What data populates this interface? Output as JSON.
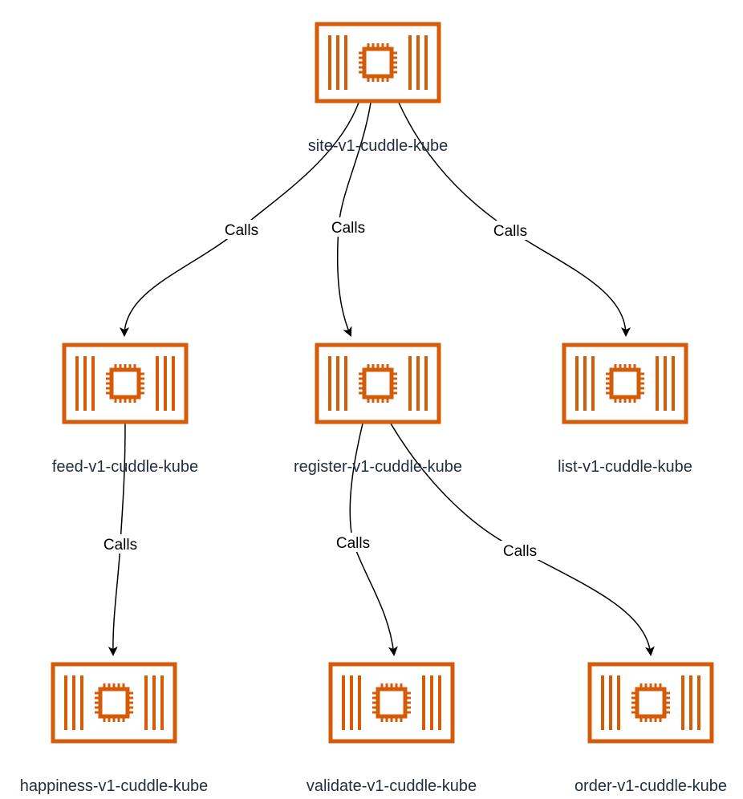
{
  "colors": {
    "accent": "#d45b07",
    "label_text": "#232f3e",
    "edge": "#000000"
  },
  "nodes": [
    {
      "id": "site",
      "label": "site-v1-cuddle-kube",
      "icon": "ec2-instance-icon"
    },
    {
      "id": "feed",
      "label": "feed-v1-cuddle-kube",
      "icon": "ec2-instance-icon"
    },
    {
      "id": "register",
      "label": "register-v1-cuddle-kube",
      "icon": "ec2-instance-icon"
    },
    {
      "id": "list",
      "label": "list-v1-cuddle-kube",
      "icon": "ec2-instance-icon"
    },
    {
      "id": "happiness",
      "label": "happiness-v1-cuddle-kube",
      "icon": "ec2-instance-icon"
    },
    {
      "id": "validate",
      "label": "validate-v1-cuddle-kube",
      "icon": "ec2-instance-icon"
    },
    {
      "id": "order",
      "label": "order-v1-cuddle-kube",
      "icon": "ec2-instance-icon"
    }
  ],
  "edges": [
    {
      "from": "site",
      "to": "feed",
      "label": "Calls"
    },
    {
      "from": "site",
      "to": "register",
      "label": "Calls"
    },
    {
      "from": "site",
      "to": "list",
      "label": "Calls"
    },
    {
      "from": "feed",
      "to": "happiness",
      "label": "Calls"
    },
    {
      "from": "register",
      "to": "validate",
      "label": "Calls"
    },
    {
      "from": "register",
      "to": "order",
      "label": "Calls"
    }
  ]
}
